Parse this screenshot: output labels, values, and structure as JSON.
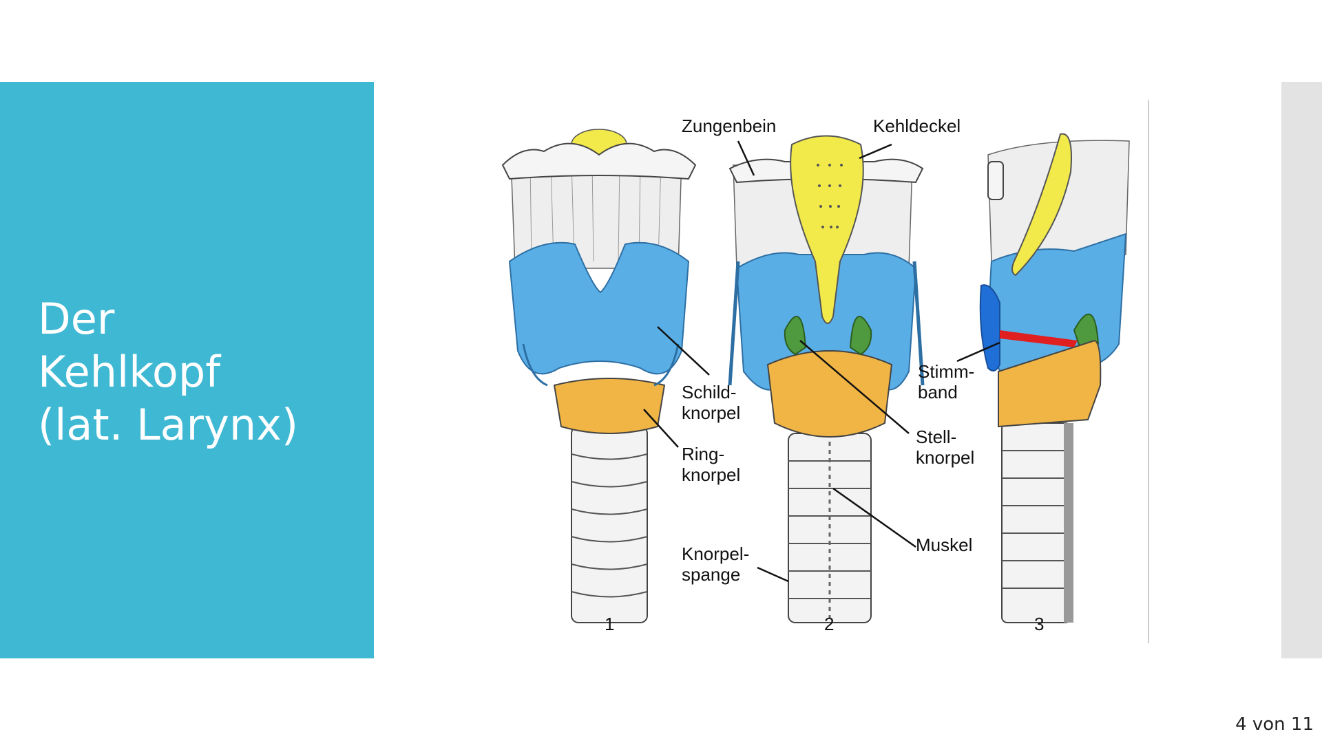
{
  "slide": {
    "title_lines": [
      "Der",
      "Kehlkopf",
      "(lat. Larynx)"
    ],
    "page_number": "4 von 11"
  },
  "figure": {
    "labels": {
      "zungenbein": "Zungenbein",
      "kehldeckel": "Kehldeckel",
      "schild_1": "Schild-",
      "schild_2": "knorpel",
      "ring_1": "Ring-",
      "ring_2": "knorpel",
      "knorpel_1": "Knorpel-",
      "knorpel_2": "spange",
      "stimm_1": "Stimm-",
      "stimm_2": "band",
      "stell_1": "Stell-",
      "stell_2": "knorpel",
      "muskel": "Muskel"
    },
    "view_numbers": [
      "1",
      "2",
      "3"
    ]
  },
  "colors": {
    "panel": "#3eb8d3",
    "thyroid_cartilage": "#5aaee6",
    "cricoid_cartilage": "#f0b545",
    "epiglottis": "#f2ea4b",
    "arytenoid": "#4f9a3e",
    "vocal_cord": "#e02020"
  }
}
